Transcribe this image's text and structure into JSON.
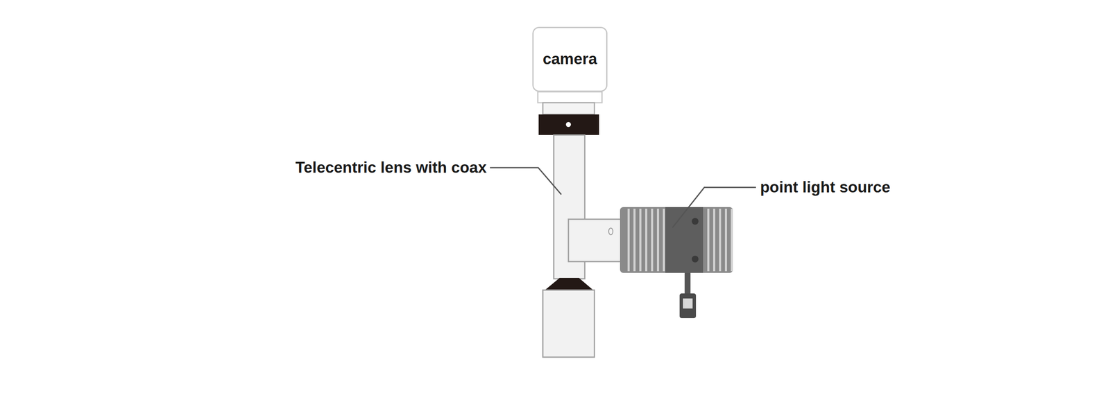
{
  "diagram": {
    "nodes": [
      {
        "text": [
          "camera"
        ]
      }
    ],
    "labels": [
      "Telecentric lens with coax",
      "point light source"
    ]
  }
}
